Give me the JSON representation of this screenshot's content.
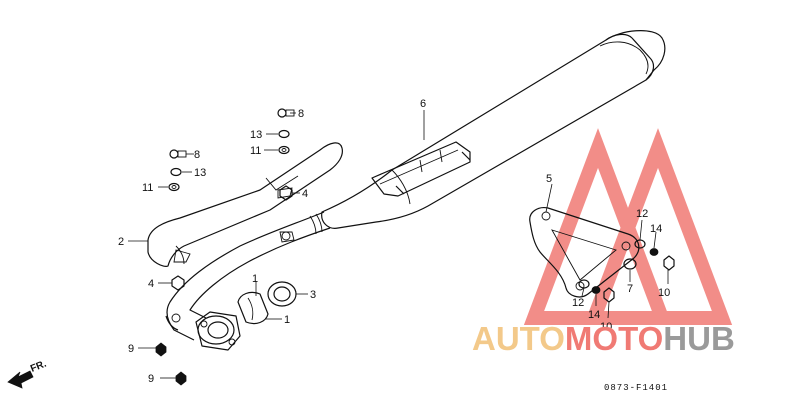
{
  "diagram": {
    "callouts": {
      "c1a": "1",
      "c1b": "1",
      "c2": "2",
      "c3": "3",
      "c4a": "4",
      "c4b": "4",
      "c5": "5",
      "c6": "6",
      "c7": "7",
      "c8a": "8",
      "c8b": "8",
      "c9a": "9",
      "c9b": "9",
      "c10a": "10",
      "c10b": "10",
      "c10c": "10",
      "c11a": "11",
      "c11b": "11",
      "c12a": "12",
      "c12b": "12",
      "c13a": "13",
      "c13b": "13",
      "c14a": "14",
      "c14b": "14"
    },
    "drawing_code": "0873-F1401",
    "front_marker": "FR."
  },
  "watermark": {
    "word_part1": "AUTO",
    "word_part2": "MOTO",
    "word_part3": "HUB",
    "colors": {
      "auto": "#f3c98a",
      "moto": "#f07a74",
      "hub": "#9a9a9a",
      "triangle": "#f07a74"
    }
  }
}
